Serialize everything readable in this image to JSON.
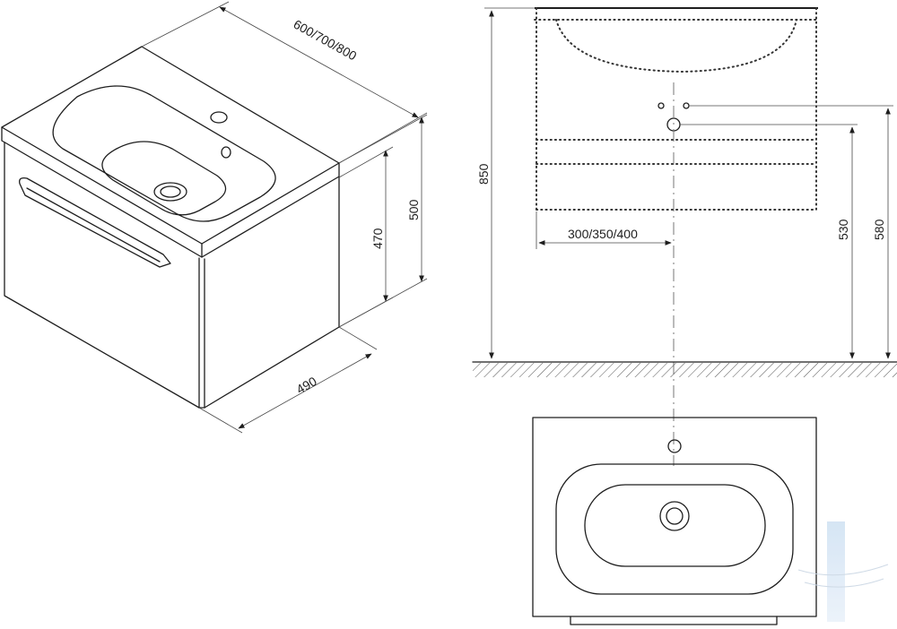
{
  "dimensions": {
    "width_range": "600/700/800",
    "depth": "490",
    "cabinet_height": "470",
    "total_height": "500",
    "mount_height": "850",
    "center_offset": "300/350/400",
    "drain_height": "530",
    "supply_height": "580"
  },
  "colors": {
    "line": "#1e1e1e",
    "dimension": "#4a4a4a",
    "centerline": "#777777",
    "background": "#ffffff"
  }
}
